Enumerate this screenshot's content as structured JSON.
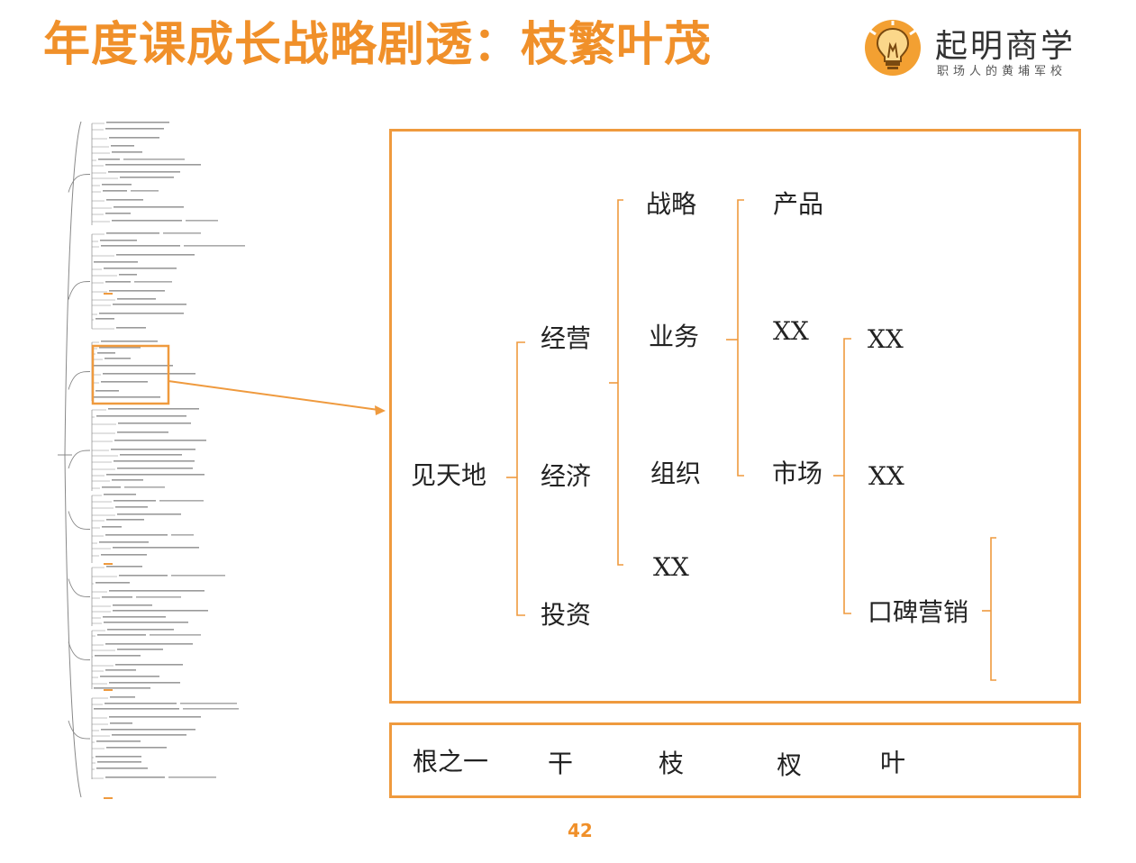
{
  "slide": {
    "title": "年度课成长战略剧透：枝繁叶茂",
    "page_number": "42"
  },
  "brand": {
    "name": "起明商学",
    "tagline": "职场人的黄埔军校",
    "accent_color": "#f0902a",
    "icon": "lightbulb-icon"
  },
  "diagram": {
    "root": "见天地",
    "level1": [
      "经营",
      "经济",
      "投资"
    ],
    "level2": [
      "战略",
      "业务",
      "组织",
      "XX"
    ],
    "level3": [
      "产品",
      "XX",
      "市场"
    ],
    "level4": [
      "XX",
      "XX",
      "口碑营销"
    ]
  },
  "legend": {
    "labels": [
      "根之一",
      "干",
      "枝",
      "杈",
      "叶"
    ]
  }
}
